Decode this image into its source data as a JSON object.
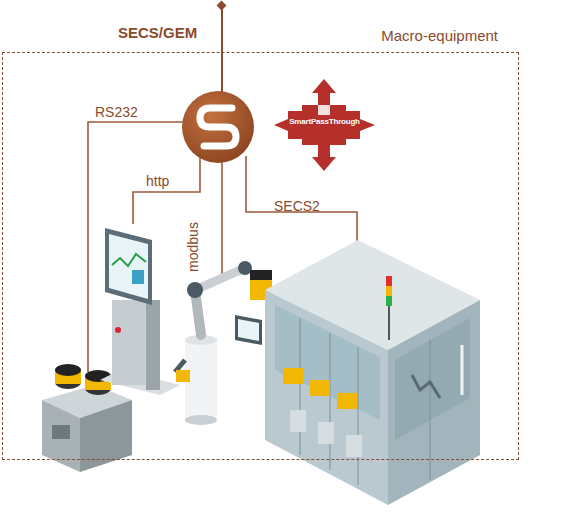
{
  "diagram": {
    "nodes": [
      {
        "text": [
          "Macro-equipment"
        ]
      },
      {
        "text": [
          "SmartPassThrough"
        ],
        "in": 0
      }
    ],
    "labels": [
      "SECS/GEM",
      "RS232",
      "http",
      "modbus",
      "SECS2"
    ]
  }
}
